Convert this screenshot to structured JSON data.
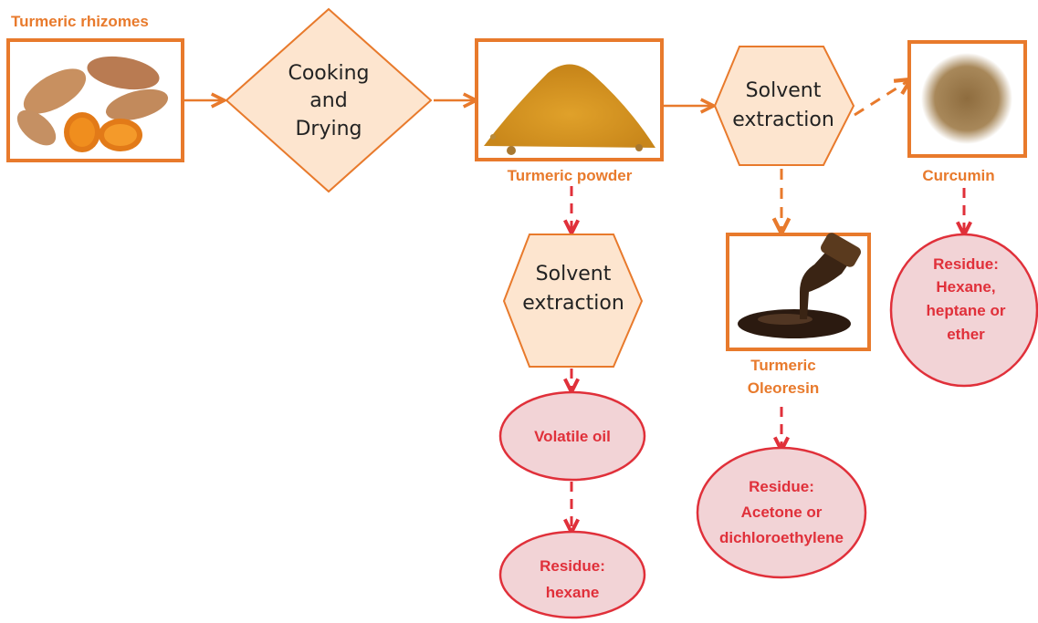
{
  "labels": {
    "rhizomes": "Turmeric rhizomes",
    "powder": "Turmeric powder",
    "curcumin": "Curcumin",
    "oleoresin_line1": "Turmeric",
    "oleoresin_line2": "Oleoresin"
  },
  "steps": {
    "cooking": [
      "Cooking",
      "and",
      "Drying"
    ],
    "extraction_top": [
      "Solvent",
      "extraction"
    ],
    "extraction_low": [
      "Solvent",
      "extraction"
    ]
  },
  "outputs": {
    "volatile_oil": "Volatile oil",
    "residue_hexane": [
      "Residue:",
      "hexane"
    ],
    "residue_acetone": [
      "Residue:",
      "Acetone or",
      "dichloroethylene"
    ],
    "residue_heptane": [
      "Residue:",
      "Hexane,",
      "heptane or",
      "ether"
    ]
  },
  "colors": {
    "orange": "#e87a2c",
    "orange_fill": "#fde5cf",
    "red": "#e0303a",
    "pink_fill": "#f2d3d6",
    "text": "#222222"
  }
}
